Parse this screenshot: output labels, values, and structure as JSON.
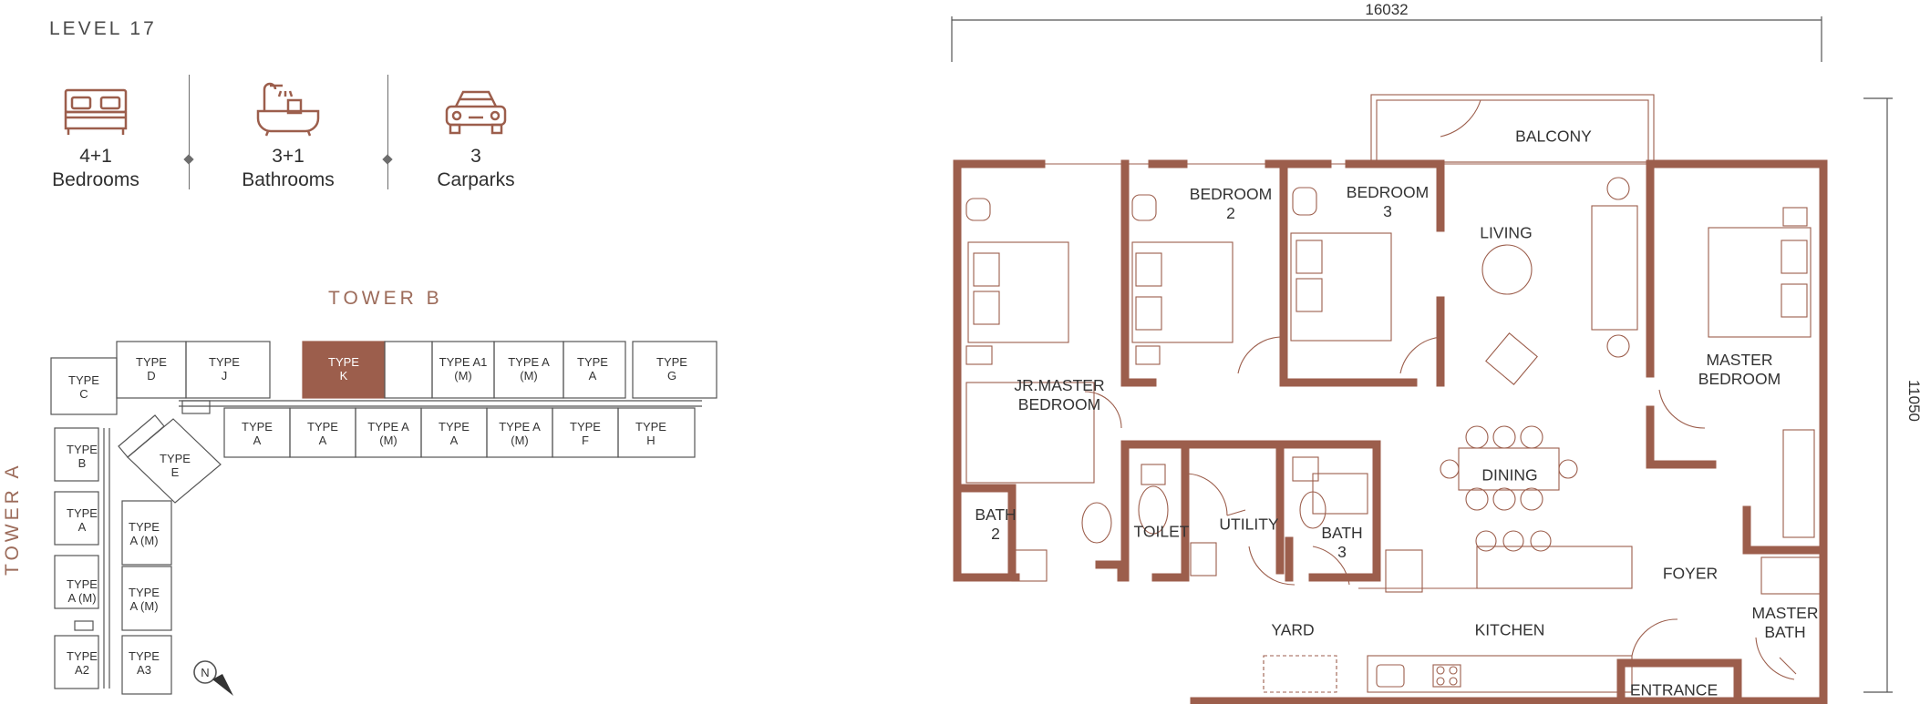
{
  "level": "LEVEL 17",
  "stats": [
    {
      "value": "4+1",
      "label": "Bedrooms",
      "icon": "bed-icon"
    },
    {
      "value": "3+1",
      "label": "Bathrooms",
      "icon": "bathtub-icon"
    },
    {
      "value": "3",
      "label": "Carparks",
      "icon": "car-icon"
    }
  ],
  "keyplan": {
    "tower_b": "TOWER B",
    "tower_a": "TOWER A",
    "north": "N",
    "accent_color": "#9c5e4c",
    "units": {
      "d": "TYPE|D",
      "j": "TYPE|J",
      "k": "TYPE|K",
      "a1m": "TYPE A1|(M)",
      "am_top": "TYPE A|(M)",
      "a_top": "TYPE|A",
      "g": "TYPE|G",
      "c": "TYPE|C",
      "a_1": "TYPE|A",
      "a_2": "TYPE|A",
      "am_1": "TYPE A|(M)",
      "a_3": "TYPE|A",
      "am_2": "TYPE A|(M)",
      "f": "TYPE|F",
      "h": "TYPE|H",
      "e": "TYPE|E",
      "b": "TYPE|B",
      "a_left": "TYPE|A",
      "am_left": "TYPE|A (M)",
      "am_c1": "TYPE|A (M)",
      "am_c2": "TYPE|A (M)",
      "a2": "TYPE|A2",
      "a3": "TYPE|A3"
    }
  },
  "floorplan": {
    "wall_color": "#9c5e4c",
    "dim_width": "16032",
    "dim_height": "11050",
    "rooms": {
      "balcony": "BALCONY",
      "bedroom2": "BEDROOM|2",
      "bedroom3": "BEDROOM|3",
      "living": "LIVING",
      "jr_master": "JR.MASTER|BEDROOM",
      "master": "MASTER|BEDROOM",
      "dining": "DINING",
      "bath2": "BATH|2",
      "toilet": "TOILET",
      "utility": "UTILITY",
      "bath3": "BATH|3",
      "foyer": "FOYER",
      "yard": "YARD",
      "kitchen": "KITCHEN",
      "master_bath": "MASTER|BATH",
      "entrance": "ENTRANCE"
    }
  }
}
